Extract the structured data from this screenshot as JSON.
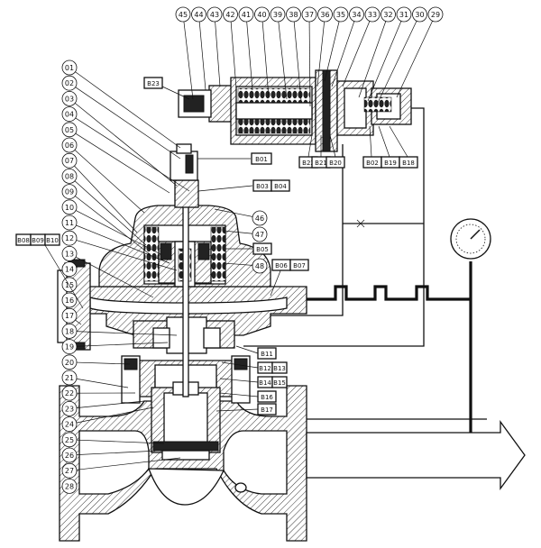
{
  "left_callouts": [
    "01",
    "02",
    "03",
    "04",
    "05",
    "06",
    "07",
    "08",
    "09",
    "10",
    "11",
    "12",
    "13",
    "14",
    "15",
    "16",
    "17",
    "18",
    "19",
    "20",
    "21",
    "22",
    "23",
    "24",
    "25",
    "26",
    "27",
    "28"
  ],
  "top_callouts": [
    "45",
    "44",
    "43",
    "42",
    "41",
    "40",
    "39",
    "38",
    "37",
    "36",
    "35",
    "34",
    "33",
    "32",
    "31",
    "30",
    "29"
  ],
  "right_callouts": [
    "46",
    "47",
    "48"
  ],
  "box_labels": {
    "b01": "B01",
    "b03": "B03",
    "b04": "B04",
    "b05": "B05",
    "b06": "B06",
    "b07": "B07",
    "b08": "B08",
    "b09": "B09",
    "b10": "B10",
    "b11": "B11",
    "b12": "B12",
    "b13": "B13",
    "b14": "B14",
    "b15": "B15",
    "b16": "B16",
    "b17": "B17",
    "b18": "B18",
    "b19": "B19",
    "b20": "B20",
    "b21": "B21",
    "b22": "B22",
    "b23": "B23",
    "b02": "B02"
  },
  "colors": {
    "line": "#111111",
    "hatch": "#111111",
    "background": "#ffffff"
  },
  "icons": {
    "gauge": "pressure-gauge-icon",
    "flow": "flow-direction-arrow-icon"
  }
}
